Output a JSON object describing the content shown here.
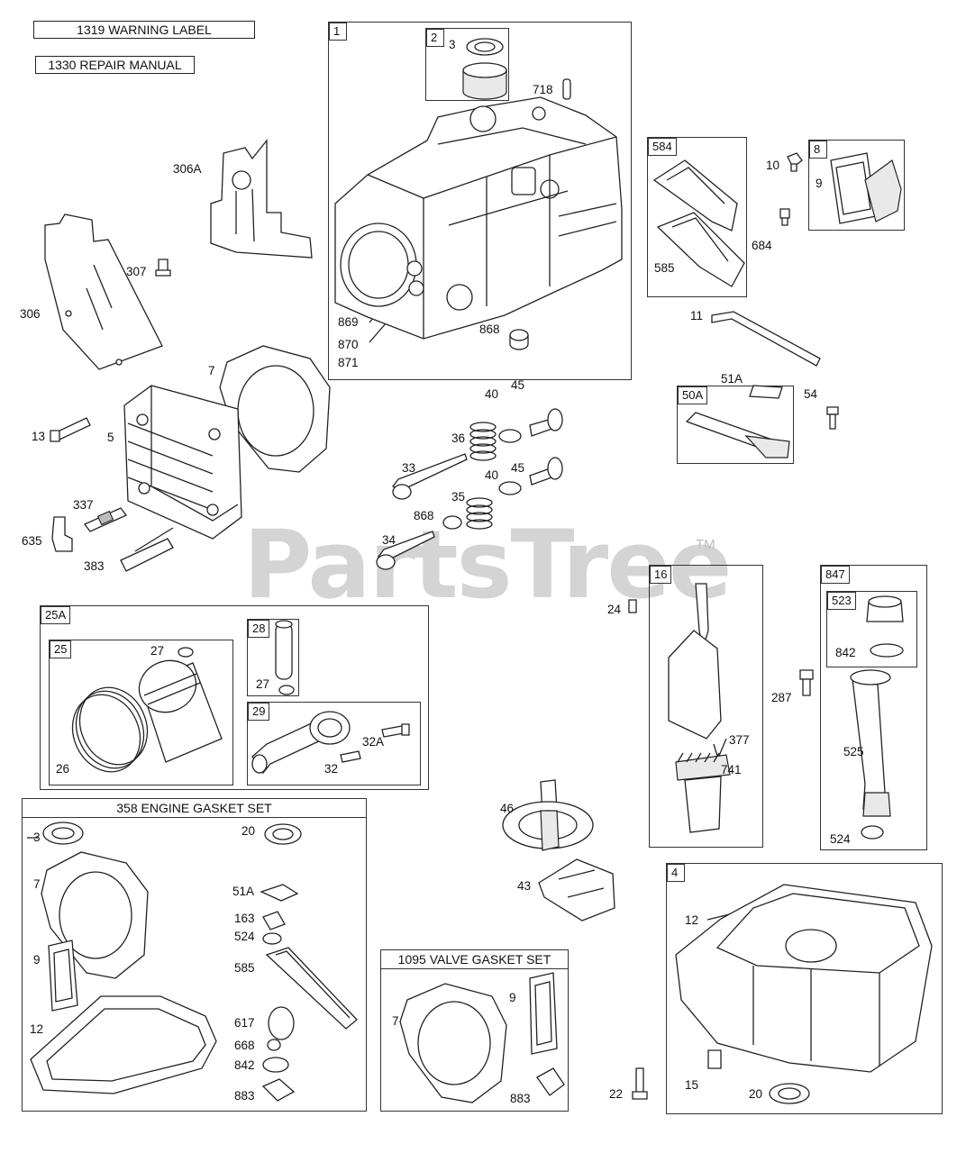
{
  "title_boxes": {
    "warning_label": "1319 WARNING LABEL",
    "repair_manual": "1330 REPAIR MANUAL"
  },
  "watermark": {
    "brand": "PartsTree",
    "tm": "TM"
  },
  "groups": {
    "g1": "1",
    "g2": "2",
    "g584": "584",
    "g8": "8",
    "g50A": "50A",
    "g16": "16",
    "g847": "847",
    "g523": "523",
    "g25A": "25A",
    "g25": "25",
    "g28": "28",
    "g29": "29",
    "g4": "4",
    "gasket_set": "358 ENGINE GASKET SET",
    "valve_gasket_set": "1095 VALVE GASKET SET"
  },
  "labels": {
    "l3a": "3",
    "l718": "718",
    "l869": "869",
    "l870": "870",
    "l871": "871",
    "l868a": "868",
    "l306A": "306A",
    "l307": "307",
    "l306": "306",
    "l7a": "7",
    "l13": "13",
    "l5": "5",
    "l337": "337",
    "l635": "635",
    "l383": "383",
    "l10": "10",
    "l9a": "9",
    "l684": "684",
    "l585a": "585",
    "l11": "11",
    "l51Aa": "51A",
    "l54": "54",
    "l36": "36",
    "l40a": "40",
    "l45a": "45",
    "l33": "33",
    "l40b": "40",
    "l45b": "45",
    "l35": "35",
    "l868b": "868",
    "l34": "34",
    "l27a": "27",
    "l26": "26",
    "l27b": "27",
    "l32A": "32A",
    "l32": "32",
    "l24": "24",
    "l377": "377",
    "l741": "741",
    "l287": "287",
    "l842a": "842",
    "l525": "525",
    "l524a": "524",
    "l46": "46",
    "l43": "43",
    "l12a": "12",
    "l15": "15",
    "l20a": "20",
    "l22": "22",
    "l3b": "3",
    "l20b": "20",
    "l7b": "7",
    "l51Ab": "51A",
    "l163": "163",
    "l524b": "524",
    "l9b": "9",
    "l585b": "585",
    "l12b": "12",
    "l617": "617",
    "l668": "668",
    "l842b": "842",
    "l883a": "883",
    "l7c": "7",
    "l9c": "9",
    "l883b": "883"
  },
  "colors": {
    "ink": "#222222",
    "watermark": "#d4d4d4"
  }
}
